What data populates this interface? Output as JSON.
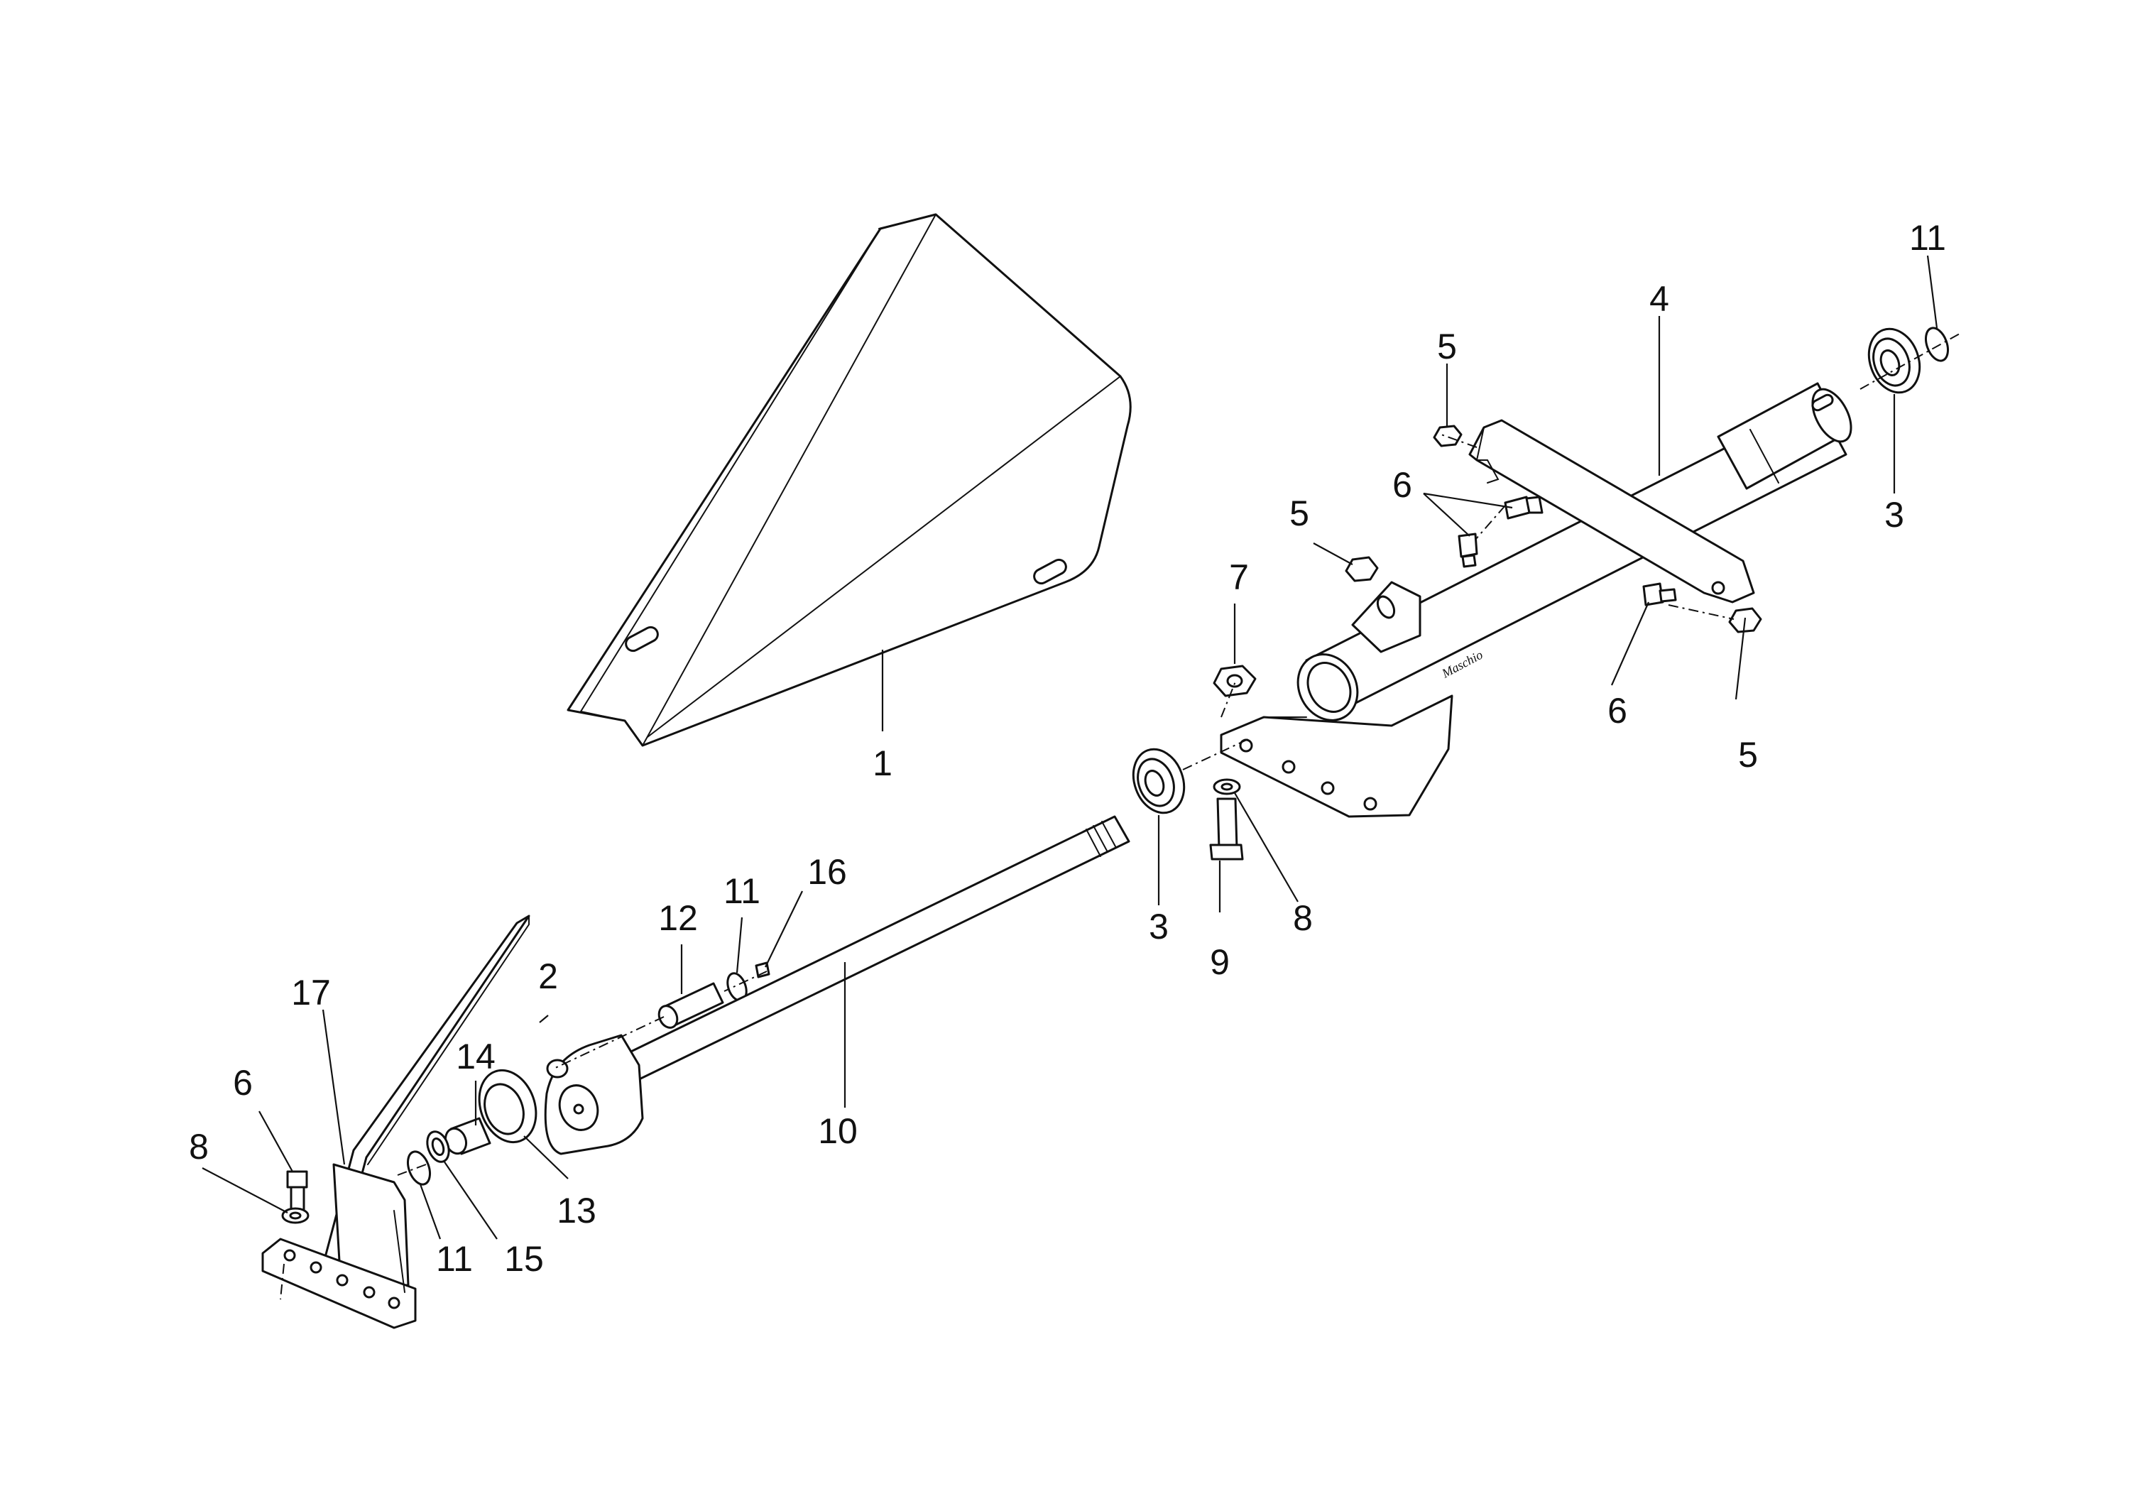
{
  "brand_mark": "Maschio",
  "callouts": [
    {
      "id": "c1",
      "label": "1"
    },
    {
      "id": "c2",
      "label": "2"
    },
    {
      "id": "c3a",
      "label": "3"
    },
    {
      "id": "c3b",
      "label": "3"
    },
    {
      "id": "c4",
      "label": "4"
    },
    {
      "id": "c5a",
      "label": "5"
    },
    {
      "id": "c5b",
      "label": "5"
    },
    {
      "id": "c5c",
      "label": "5"
    },
    {
      "id": "c6a",
      "label": "6"
    },
    {
      "id": "c6b",
      "label": "6"
    },
    {
      "id": "c6c",
      "label": "6"
    },
    {
      "id": "c7",
      "label": "7"
    },
    {
      "id": "c8a",
      "label": "8"
    },
    {
      "id": "c8b",
      "label": "8"
    },
    {
      "id": "c9",
      "label": "9"
    },
    {
      "id": "c10",
      "label": "10"
    },
    {
      "id": "c11a",
      "label": "11"
    },
    {
      "id": "c11b",
      "label": "11"
    },
    {
      "id": "c11c",
      "label": "11"
    },
    {
      "id": "c12",
      "label": "12"
    },
    {
      "id": "c13",
      "label": "13"
    },
    {
      "id": "c14",
      "label": "14"
    },
    {
      "id": "c15",
      "label": "15"
    },
    {
      "id": "c16",
      "label": "16"
    },
    {
      "id": "c17",
      "label": "17"
    }
  ],
  "colors": {
    "line": "#111111",
    "background": "#ffffff"
  }
}
